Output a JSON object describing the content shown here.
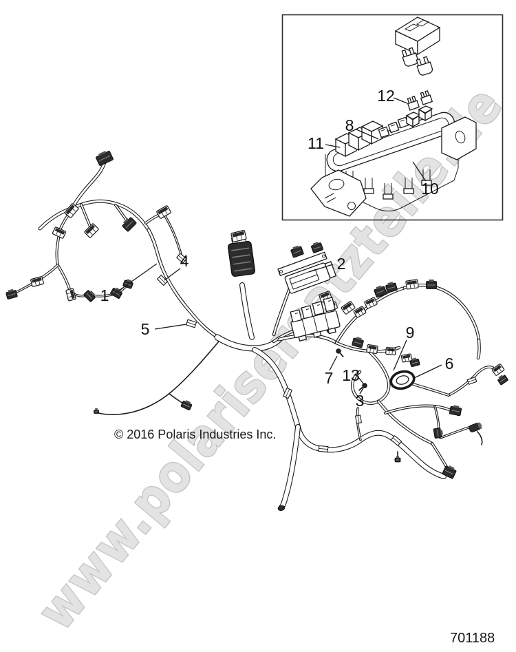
{
  "watermark": {
    "text": "www.polarisersatzteile.de"
  },
  "copyright": "© 2016 Polaris Industries Inc.",
  "part_number": "701188",
  "callouts": {
    "c1": "1",
    "c2": "2",
    "c3": "3",
    "c4": "4",
    "c5": "5",
    "c6": "6",
    "c7": "7",
    "c8": "8",
    "c9": "9",
    "c10": "10",
    "c11": "11",
    "c12": "12",
    "c13": "13"
  },
  "colors": {
    "line": "#1a1a1a",
    "watermark_fill": "#e3e3e3",
    "watermark_stroke": "#c6c6c6",
    "background": "#ffffff"
  }
}
